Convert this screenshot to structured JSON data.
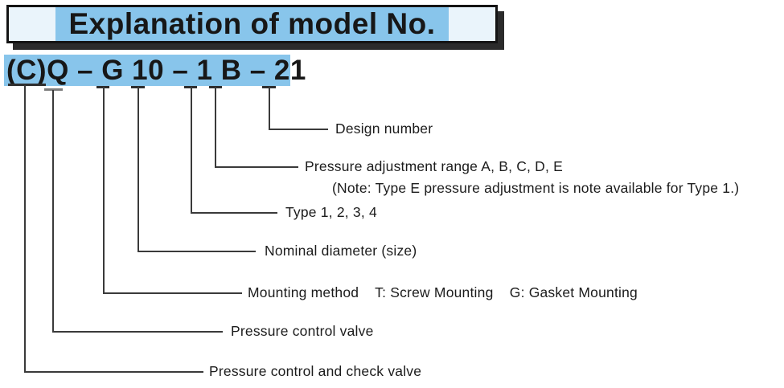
{
  "header": {
    "title": "Explanation of model No."
  },
  "model": {
    "code": "(C)Q – G 10 – 1 B – 21",
    "segments": [
      "(C)",
      "Q",
      "G",
      "10",
      "1",
      "B",
      "21"
    ]
  },
  "callouts": [
    {
      "segment": "21",
      "label": "Design number"
    },
    {
      "segment": "B",
      "label": "Pressure adjustment range A, B, C, D, E",
      "note": "(Note: Type E pressure adjustment is note available for Type 1.)"
    },
    {
      "segment": "1",
      "label": "Type 1, 2, 3, 4"
    },
    {
      "segment": "10",
      "label": "Nominal diameter (size)"
    },
    {
      "segment": "G",
      "label": "Mounting method    T: Screw Mounting    G: Gasket Mounting"
    },
    {
      "segment": "Q",
      "label": "Pressure control valve"
    },
    {
      "segment": "(C)",
      "label": "Pressure control and check valve"
    }
  ],
  "colors": {
    "highlight_blue": "#88c5eb",
    "header_box_bg": "#eaf4fb",
    "line": "#3a3a3a",
    "text": "#1c1c1c",
    "shadow": "#2b2b2b"
  }
}
